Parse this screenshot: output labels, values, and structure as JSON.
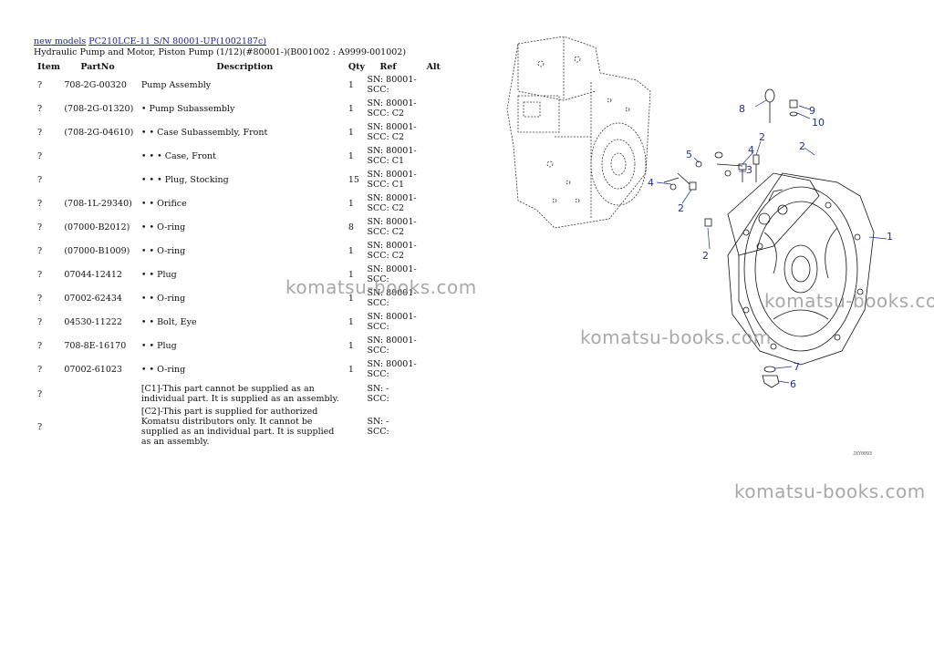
{
  "breadcrumb": {
    "link1": "new models",
    "link2": "PC210LCE-11 S/N 80001-UP(1002187c)"
  },
  "subtitle": "Hydraulic Pump and Motor, Piston Pump (1/12)(#80001-)(B001002 : A9999-001002)",
  "table": {
    "headers": {
      "item": "Item",
      "partno": "PartNo",
      "description": "Description",
      "qty": "Qty",
      "ref": "Ref",
      "alt": "Alt"
    },
    "rows": [
      {
        "item": "?",
        "partno": "708-2G-00320",
        "description": "Pump Assembly",
        "qty": "1",
        "ref": "SN: 80001-\nSCC:"
      },
      {
        "item": "?",
        "partno": "(708-2G-01320)",
        "description": "• Pump Subassembly",
        "qty": "1",
        "ref": "SN: 80001-\nSCC: C2"
      },
      {
        "item": "?",
        "partno": "(708-2G-04610)",
        "description": "• • Case Subassembly, Front",
        "qty": "1",
        "ref": "SN: 80001-\nSCC: C2"
      },
      {
        "item": "?",
        "partno": "",
        "description": "• • • Case, Front",
        "qty": "1",
        "ref": "SN: 80001-\nSCC: C1"
      },
      {
        "item": "?",
        "partno": "",
        "description": "• • • Plug, Stocking",
        "qty": "15",
        "ref": "SN: 80001-\nSCC: C1"
      },
      {
        "item": "?",
        "partno": "(708-1L-29340)",
        "description": "• • Orifice",
        "qty": "1",
        "ref": "SN: 80001-\nSCC: C2"
      },
      {
        "item": "?",
        "partno": "(07000-B2012)",
        "description": "• • O-ring",
        "qty": "8",
        "ref": "SN: 80001-\nSCC: C2"
      },
      {
        "item": "?",
        "partno": "(07000-B1009)",
        "description": "• • O-ring",
        "qty": "1",
        "ref": "SN: 80001-\nSCC: C2"
      },
      {
        "item": "?",
        "partno": "07044-12412",
        "description": "• • Plug",
        "qty": "1",
        "ref": "SN: 80001-\nSCC:"
      },
      {
        "item": "?",
        "partno": "07002-62434",
        "description": "• • O-ring",
        "qty": "1",
        "ref": "SN: 80001-\nSCC:"
      },
      {
        "item": "?",
        "partno": "04530-11222",
        "description": "• • Bolt, Eye",
        "qty": "1",
        "ref": "SN: 80001-\nSCC:"
      },
      {
        "item": "?",
        "partno": "708-8E-16170",
        "description": "• • Plug",
        "qty": "1",
        "ref": "SN: 80001-\nSCC:"
      },
      {
        "item": "?",
        "partno": "07002-61023",
        "description": "• • O-ring",
        "qty": "1",
        "ref": "SN: 80001-\nSCC:"
      },
      {
        "item": "?",
        "partno": "",
        "description": "[C1]-This part cannot be supplied as an individual part. It is supplied as an assembly.",
        "qty": "",
        "ref": "SN: -\nSCC:"
      },
      {
        "item": "?",
        "partno": "",
        "description": "[C2]-This part is supplied for authorized Komatsu distributors only. It cannot be supplied as an individual part. It is supplied as an assembly.",
        "qty": "",
        "ref": "SN: -\nSCC:"
      }
    ]
  },
  "diagram": {
    "callouts": [
      "8",
      "9",
      "10",
      "2",
      "4",
      "3",
      "5",
      "2",
      "4",
      "2",
      "2",
      "1",
      "7",
      "6"
    ],
    "figure_code": "JXY0093"
  },
  "watermarks": [
    "komatsu-books.com",
    "komatsu-books.com",
    "komatsu-books.com",
    "komatsu-books.com"
  ],
  "colors": {
    "link": "#1a1ab8",
    "callout": "#1c2f9a",
    "watermark": "#9a9a9a"
  }
}
